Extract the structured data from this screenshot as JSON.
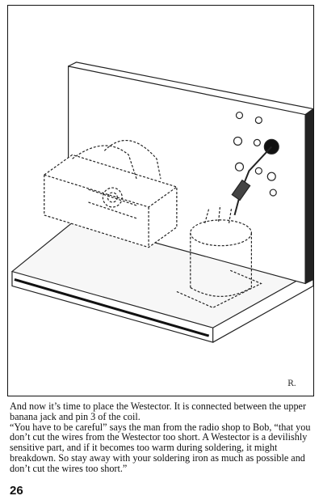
{
  "illustration": {
    "signature": "R."
  },
  "caption": {
    "paragraph_1": "And now it’s time to place the Westector. It is connected between the upper banana jack and pin 3 of the coil.",
    "paragraph_2": "“You have to be careful” says the man from the radio shop to Bob, “that you don’t cut the wires from the Westector too short. A Westector is a devilishly sensitive part, and if it becomes too warm during soldering, it might breakdown. So stay away with your soldering iron as much as possible and don’t cut the wires too short.”"
  },
  "page_number": "26"
}
